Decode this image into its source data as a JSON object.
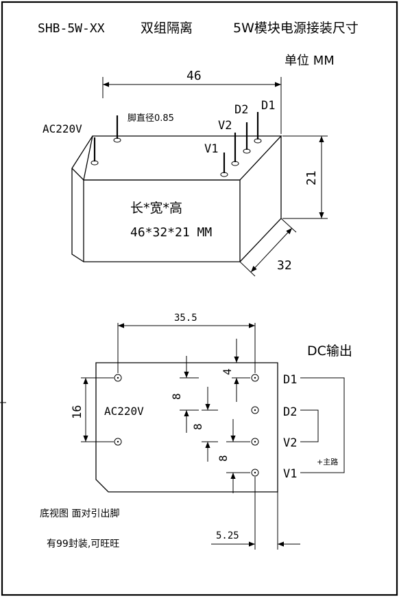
{
  "header": {
    "model": "SHB-5W-XX",
    "subtitle": "双组隔离",
    "title": "5W模块电源接装尺寸",
    "unit": "单位 MM"
  },
  "iso_view": {
    "width_dim": "46",
    "height_dim": "21",
    "depth_dim": "32",
    "input_label": "AC220V",
    "pin_diameter": "脚直径0.85",
    "pins": {
      "d1": "D1",
      "d2": "D2",
      "v2": "V2",
      "v1": "V1"
    },
    "size_caption": "长*宽*高",
    "size_value": "46*32*21 MM"
  },
  "bottom_view": {
    "pin_span_dim": "35.5",
    "left_spacing_dim": "16",
    "top_offset_dim": "4",
    "pitch_1": "8",
    "pitch_2": "8",
    "pitch_3": "8",
    "edge_offset_dim": "5.25",
    "input_label": "AC220V",
    "output_title": "DC输出",
    "out_pins": {
      "d1": "D1",
      "d2": "D2",
      "v2": "V2",
      "v1": "V1"
    },
    "main_circuit": "+主路",
    "caption": "底视图 面对引出脚",
    "package_note": "有99封装,可旺旺"
  }
}
